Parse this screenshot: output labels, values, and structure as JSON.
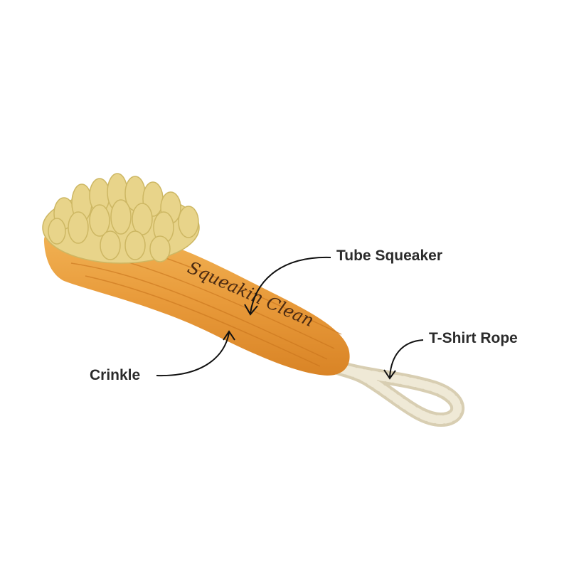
{
  "product": {
    "brand_text": "Squeakin Clean",
    "colors": {
      "handle": "#e89a3a",
      "bristles": "#e8d48a",
      "rope": "#e9e2cc",
      "label": "#2b2b2b"
    }
  },
  "callouts": [
    {
      "label": "Tube Squeaker"
    },
    {
      "label": "T-Shirt Rope"
    },
    {
      "label": "Crinkle"
    }
  ]
}
